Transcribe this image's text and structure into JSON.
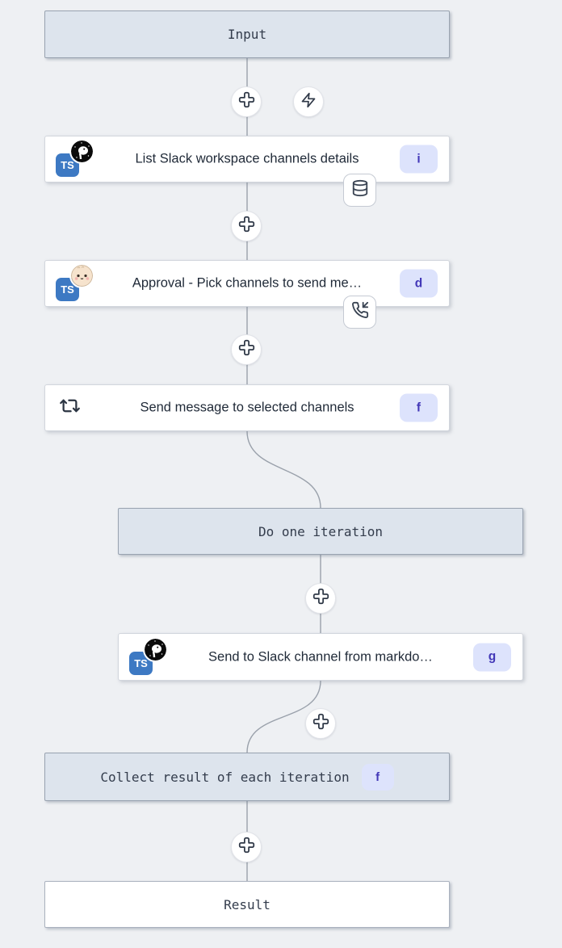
{
  "colors": {
    "canvas_bg": "#eef0f3",
    "hub_box_bg": "#dde4ed",
    "hub_box_border": "#99a3b0",
    "node_bg": "#ffffff",
    "node_border": "#d2d6dd",
    "badge_bg": "#dde3fc",
    "badge_text": "#4338b8",
    "connector": "#9aa1ab",
    "icon_dark": "#2f3847",
    "typescript_blue": "#3d79c3"
  },
  "flow": {
    "input": {
      "label": "Input"
    },
    "steps": [
      {
        "lang": "TS",
        "runtime": "deno",
        "label": "List Slack workspace channels details",
        "badge": "i",
        "side_icon": "database"
      },
      {
        "lang": "TS",
        "runtime": "bun",
        "label": "Approval - Pick channels to send me…",
        "badge": "d",
        "side_icon": "phone-incoming"
      },
      {
        "icon": "repeat",
        "label": "Send message to selected channels",
        "badge": "f"
      },
      {
        "lang": "TS",
        "runtime": "deno",
        "label": "Send to Slack channel from markdo…",
        "badge": "g"
      }
    ],
    "iteration": {
      "header": "Do one iteration"
    },
    "collect": {
      "label": "Collect result of each iteration",
      "badge": "f"
    },
    "result": {
      "label": "Result"
    }
  },
  "icons": {
    "add_step": "plus-cross",
    "trigger": "lightning-zap",
    "step1_attachment": "database-cylinder",
    "step2_attachment": "phone-incoming",
    "step3_type": "repeat-loop-arrows",
    "runtime_deno": "deno-dinosaur",
    "runtime_bun": "bun-face"
  }
}
